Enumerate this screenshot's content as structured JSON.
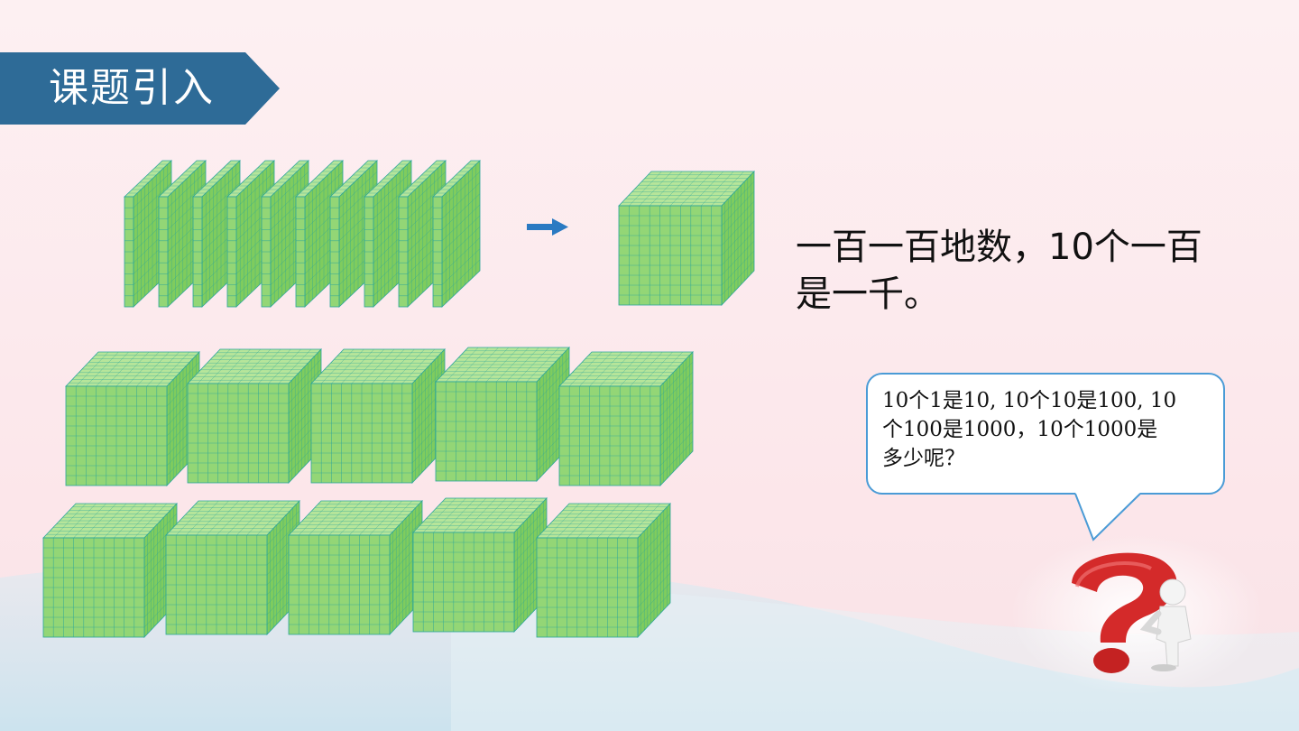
{
  "slide": {
    "title": "课题引入",
    "statement_line1": "一百一百地数，10个一百",
    "statement_line2": "是一千。",
    "bubble_line1": "10个1是10, 10个10是100, 10",
    "bubble_line2": "个100是1000，10个1000是",
    "bubble_line3": "多少呢？"
  },
  "colors": {
    "title_banner": "#2e6b97",
    "cube_green": "#93d676",
    "cube_grid": "#2aa59a",
    "arrow": "#2a7ac2",
    "bubble_border": "#4a9bd6",
    "question_mark": "#d42a2a"
  },
  "icons": {
    "arrow": "right-arrow-icon",
    "thinker": "question-mark-thinker-icon"
  }
}
